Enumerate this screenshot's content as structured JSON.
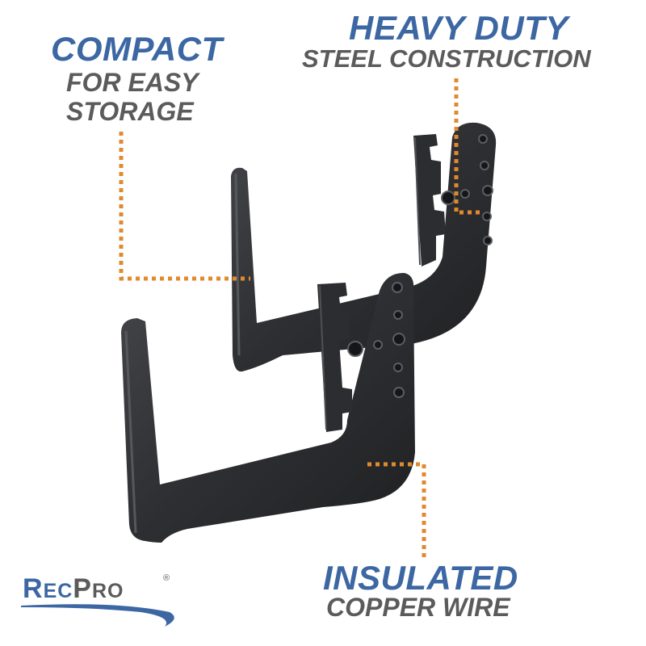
{
  "callouts": {
    "compact": {
      "headline": "COMPACT",
      "subline_1": "FOR EASY",
      "subline_2": "STORAGE"
    },
    "heavy_duty": {
      "headline": "HEAVY DUTY",
      "subline": "STEEL CONSTRUCTION"
    },
    "insulated": {
      "headline": "INSULATED",
      "subline": "COPPER WIRE"
    }
  },
  "logo": {
    "rec_initial": "R",
    "rec_rest": "EC",
    "pro_initial": "P",
    "pro_rest": "RO",
    "registered": "®"
  },
  "product": {
    "name": "black-steel-bracket-pair",
    "count": 2
  },
  "colors": {
    "headline": "#3c67a3",
    "subline": "#5b5b5b",
    "callout_line": "#e08a2e",
    "bracket": "#2f3033",
    "background": "#ffffff"
  }
}
